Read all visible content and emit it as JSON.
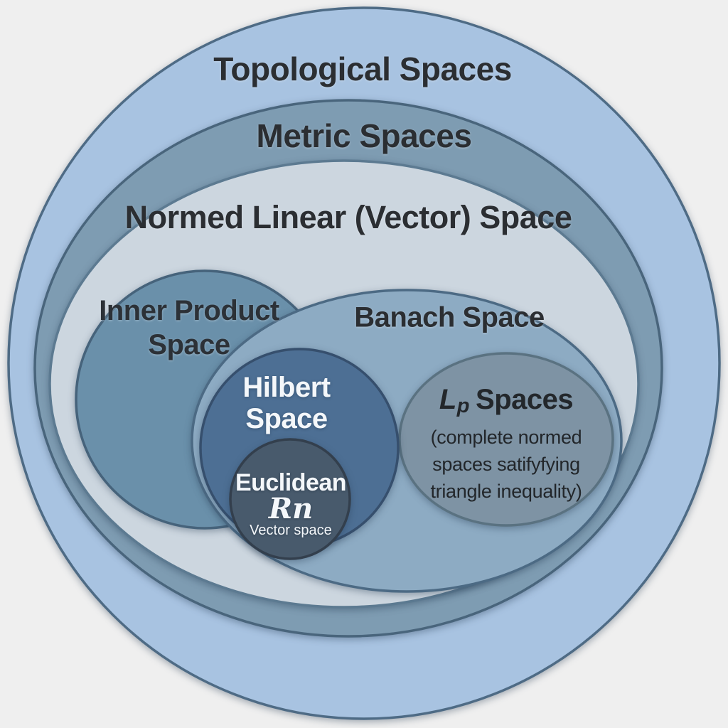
{
  "diagram": {
    "background_color": "#efefef",
    "label_color_dark": "#2b2e32",
    "label_color_light": "#f4f7fa",
    "sets": {
      "topological": {
        "label": "Topological Spaces",
        "fill": "#a8c3e1"
      },
      "metric": {
        "label": "Metric Spaces",
        "fill": "#7e9cb2"
      },
      "normed": {
        "label": "Normed Linear (Vector) Space",
        "fill": "#ccd6df"
      },
      "inner_product": {
        "lines": [
          "Inner Product",
          "Space"
        ],
        "fill": "#6a90aa"
      },
      "banach": {
        "label": "Banach Space",
        "fill": "#8dabc3"
      },
      "hilbert": {
        "lines": [
          "Hilbert",
          "Space"
        ],
        "fill": "#4d6f94"
      },
      "lp": {
        "symbol": "L",
        "symbol_sub": "p",
        "label": "Spaces",
        "description_lines": [
          "(complete normed",
          "spaces satifyfying",
          "triangle inequality)"
        ],
        "fill": "#7e93a4"
      },
      "euclidean": {
        "title": "Euclidean",
        "symbol": "Rn",
        "subtitle": "Vector space",
        "fill": "#485a6c"
      }
    }
  }
}
